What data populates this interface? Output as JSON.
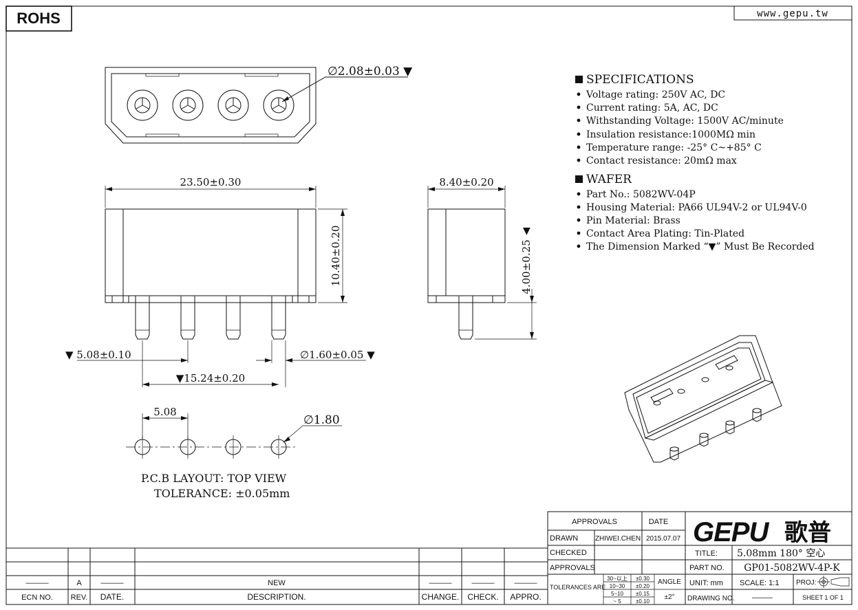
{
  "header": {
    "rohs": "ROHS",
    "website": "www.gepu.tw"
  },
  "drawing": {
    "hole_dia": "∅2.08±0.03 ▼",
    "width": "23.50±0.30",
    "depth": "8.40±0.20",
    "height": "10.40±0.20",
    "pin_length": "4.00±0.25",
    "pin_length_marker": "▼",
    "pitch": "▼ 5.08±0.10",
    "pin_dia": "∅1.60±0.05 ▼",
    "span": "▼15.24±0.20",
    "pcb_pitch": "5.08",
    "pcb_hole_dia": "∅1.80",
    "pcb_title": "P.C.B  LAYOUT: TOP VIEW",
    "pcb_tolerance": "TOLERANCE: ±0.05mm"
  },
  "specs": {
    "section1_title": "SPECIFICATIONS",
    "items1": [
      "Voltage rating: 250V AC, DC",
      "Current rating: 5A, AC, DC",
      "Withstanding Voltage: 1500V AC/minute",
      "Insulation resistance:1000MΩ min",
      "Temperature range: -25° C~+85° C",
      "Contact resistance: 20mΩ max"
    ],
    "section2_title": "WAFER",
    "items2": [
      "Part No.: 5082WV-04P",
      "Housing Material: PA66 UL94V-2 or UL94V-0",
      "Pin Material: Brass",
      "Contact Area Plating: Tin-Plated",
      "The Dimension Marked “▼” Must Be Recorded"
    ]
  },
  "revision_block": {
    "headers": [
      "ECN NO.",
      "REV.",
      "DATE.",
      "DESCRIPTION.",
      "CHANGE.",
      "CHECK.",
      "APPRO."
    ],
    "row": [
      "———",
      "A",
      "———",
      "NEW",
      "———",
      "———",
      "———"
    ]
  },
  "title_block": {
    "approvals": "APPROVALS",
    "date": "DATE",
    "drawn": "DRAWN",
    "drawn_by": "ZHIWEI.CHEN",
    "drawn_date": "2015.07.07",
    "checked": "CHECKED",
    "approvals2": "APPROVALS",
    "tolerances_are": "TOLERANCES ARE",
    "tol_ranges": [
      "30~以上",
      "10~30",
      "5~10",
      "~ 5"
    ],
    "tol_values": [
      "±0.30",
      "±0.20",
      "±0.15",
      "±0.10"
    ],
    "angle": "ANGLE",
    "angle_value": "±2°",
    "logo_latin": "GEPU",
    "logo_cjk": "歌普",
    "title_label": "TITLE:",
    "title_value": "5.08mm 180° 空心",
    "part_no_label": "PART NO.",
    "part_no_value": "GP01-5082WV-4P-K",
    "unit": "UNIT: mm",
    "scale": "SCALE:  1:1",
    "proj": "PROJ:",
    "drawing_no_label": "DRAWING NO.",
    "drawing_no_value": "———",
    "sheet": "SHEET  1 OF 1"
  }
}
